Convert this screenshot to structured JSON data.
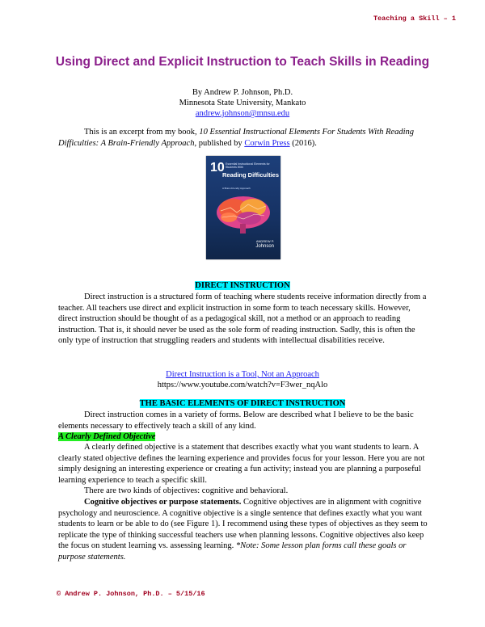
{
  "header": {
    "running_head": "Teaching a Skill – 1"
  },
  "footer": {
    "copyright": "© Andrew P. Johnson, Ph.D. – 5/15/16"
  },
  "title": "Using Direct and Explicit Instruction to Teach Skills in Reading",
  "byline": {
    "author": "By Andrew P. Johnson, Ph.D.",
    "institution": "Minnesota State University, Mankato",
    "email": "andrew.johnson@mnsu.edu"
  },
  "intro": {
    "before": "This is an excerpt from my book, ",
    "book_title": "10 Essential Instructional Elements For Students With Reading Difficulties: A Brain-Friendly Approach",
    "middle": ", published by ",
    "publisher": "Corwin Press",
    "after": " (2016)."
  },
  "cover": {
    "number": "10",
    "small_text": "Essential Instructional Elements for Students With",
    "title": "Reading Difficulties",
    "subtitle": "A Brain-Friendly Approach",
    "author_first": "ANDREW P.",
    "author_last": "Johnson",
    "colors": {
      "background": "#1d3f7a",
      "brain_warm": "#f05a3a",
      "brain_pink": "#e0448c",
      "brain_orange": "#f6a13a"
    }
  },
  "section1": {
    "heading": "DIRECT INSTRUCTION",
    "paragraph": "Direct instruction is a structured form of teaching where students receive information directly from a teacher.  All teachers use direct and explicit instruction in some form to teach necessary skills.  However, direct instruction should be thought of as a pedagogical skill, not a method or an approach to reading instruction.  That is, it should never be used as the sole form of reading instruction.  Sadly, this is often the only type of instruction that struggling readers and students with intellectual disabilities receive."
  },
  "video": {
    "link_text": "Direct Instruction is a Tool, Not an Approach",
    "url_text": "https://www.youtube.com/watch?v=F3wer_nqAlo"
  },
  "section2": {
    "heading": "THE BASIC ELEMENTS OF DIRECT INSTRUCTION",
    "paragraph": "Direct instruction comes in a variety of forms.  Below are described what I believe to be the basic elements necessary to effectively teach a skill of any kind."
  },
  "subsection": {
    "heading": "A Clearly Defined Objective",
    "para1": "A clearly defined objective is a statement that describes exactly what you want students to learn.  A clearly stated objective defines the learning experience and provides focus for your lesson.  Here you are not simply designing an interesting experience or creating a fun activity; instead you are planning a purposeful learning experience to teach a specific skill.",
    "para2": "There are two kinds of objectives: cognitive and behavioral.",
    "para3_bold": "Cognitive objectives or purpose statements.",
    "para3_text": "  Cognitive objectives are in alignment with cognitive psychology and neuroscience.  A cognitive objective is a single sentence that defines exactly what you want students to learn or be able to do (see Figure 1).  I recommend using these types of objectives as they seem to replicate the type of thinking successful teachers use when planning lessons.  Cognitive objectives also keep the focus on student learning vs. assessing learning.  ",
    "para3_note": "*Note: Some lesson plan forms call these goals or purpose statements."
  }
}
